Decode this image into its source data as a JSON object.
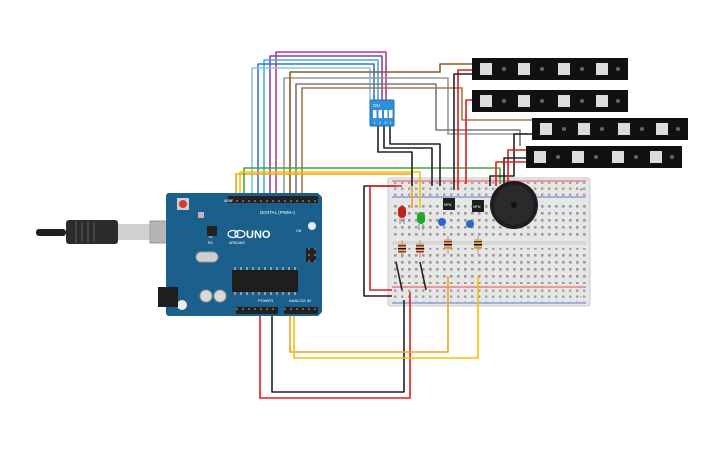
{
  "arduino": {
    "logo_text": "UNO",
    "brand_text": "ARDUINO",
    "digital_label": "DIGITAL (PWM~)",
    "power_label": "POWER",
    "analog_label": "ANALOG IN",
    "aref_label": "AREF",
    "gnd_label": "GND",
    "tx_label": "TX",
    "rx_label": "RX",
    "on_label": "ON",
    "l_label": "L"
  },
  "dip_switch": {
    "label": "ON",
    "numbers": [
      "1",
      "2",
      "3",
      "4"
    ]
  },
  "transistors": [
    {
      "label": "NPN"
    },
    {
      "label": "NPN"
    }
  ],
  "breadboard": {
    "rail_plus": "+",
    "rail_minus": "-"
  },
  "colors": {
    "arduino_blue": "#1b5f8c",
    "board_white": "#e9e9e9",
    "wire_red": "#e21b1b",
    "wire_black": "#222222",
    "wire_orange": "#f5a01a",
    "wire_yellow": "#f3c300",
    "wire_green": "#3fa93a",
    "wire_blue": "#3b6fd6",
    "wire_cyan": "#39b3d6",
    "wire_purple": "#8a3fb0",
    "wire_magenta": "#b33a8e",
    "wire_brown": "#8a5a2b",
    "wire_grey": "#9a9a9a",
    "led_red": "#c0201e",
    "led_green": "#24a82a",
    "neopixel_bg": "#111111",
    "dip_blue": "#2f8fd8",
    "buzzer": "#1e1e1e"
  }
}
